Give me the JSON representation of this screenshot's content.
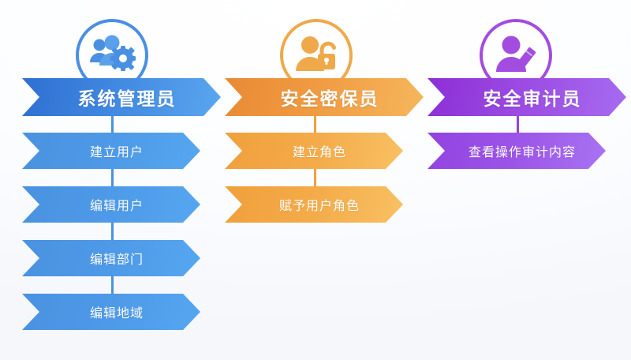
{
  "diagram": {
    "title_roles": [
      "系统管理员",
      "安全密保员",
      "安全审计员"
    ],
    "columns": [
      {
        "key": "admin",
        "icon": "users-gear-icon",
        "accent": "#3f86e0",
        "header": "系统管理员",
        "items": [
          "建立用户",
          "编辑用户",
          "编辑部门",
          "编辑地域"
        ]
      },
      {
        "key": "security",
        "icon": "user-unlock-icon",
        "accent": "#f09b42",
        "header": "安全密保员",
        "items": [
          "建立角色",
          "赋予用户角色"
        ]
      },
      {
        "key": "audit",
        "icon": "user-pencil-icon",
        "accent": "#9b4ae2",
        "header": "安全审计员",
        "items": [
          "查看操作审计内容"
        ]
      }
    ]
  }
}
